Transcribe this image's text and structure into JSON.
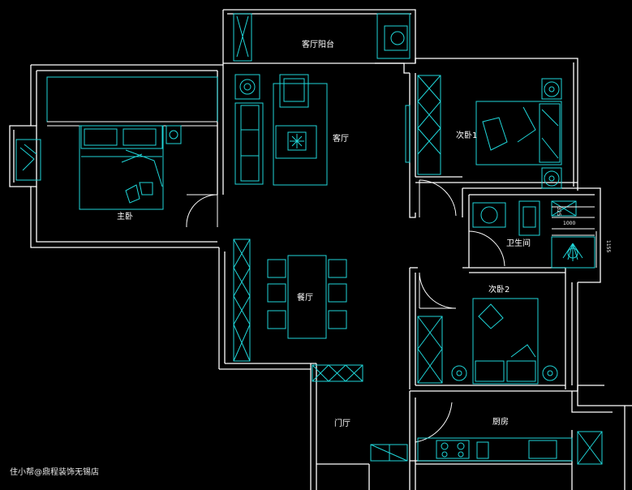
{
  "rooms": {
    "balcony": "客厅阳台",
    "living": "客厅",
    "master_bedroom": "主卧",
    "bedroom1": "次卧1",
    "bathroom": "卫生间",
    "dining": "餐厅",
    "bedroom2": "次卧2",
    "foyer": "门厅",
    "kitchen": "厨房"
  },
  "dimensions": {
    "d325": "325",
    "d1000": "1000",
    "d1155": "1155"
  },
  "watermark": "住小帮@鼎程装饰无锡店",
  "colors": {
    "background": "#000000",
    "wall": "#ffffff",
    "furniture": "#1fd5d8"
  }
}
